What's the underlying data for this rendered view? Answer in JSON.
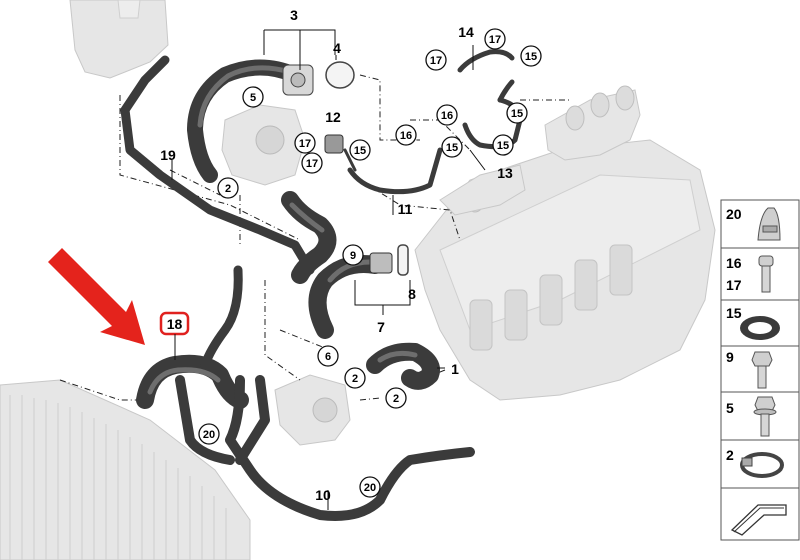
{
  "diagram": {
    "callouts": {
      "n1": "1",
      "n2": "2",
      "n3": "3",
      "n4": "4",
      "n5": "5",
      "n6": "6",
      "n7": "7",
      "n8": "8",
      "n9": "9",
      "n10": "10",
      "n11": "11",
      "n12": "12",
      "n13": "13",
      "n14": "14",
      "n15": "15",
      "n16": "16",
      "n17": "17",
      "n18": "18",
      "n19": "19",
      "n20": "20"
    },
    "highlighted_part": "18",
    "highlight_color": "#e0211f",
    "arrow_color": "#e4231c"
  },
  "legend": {
    "items": [
      {
        "label": "20",
        "icon": "clip-icon"
      },
      {
        "label": "16",
        "label2": "17",
        "icon": "screw-icon"
      },
      {
        "label": "15",
        "icon": "seal-ring-icon"
      },
      {
        "label": "9",
        "icon": "hex-bolt-icon"
      },
      {
        "label": "5",
        "icon": "flange-bolt-icon"
      },
      {
        "label": "2",
        "icon": "hose-clamp-icon"
      }
    ],
    "footer_icon": "arrow-direction-icon"
  }
}
